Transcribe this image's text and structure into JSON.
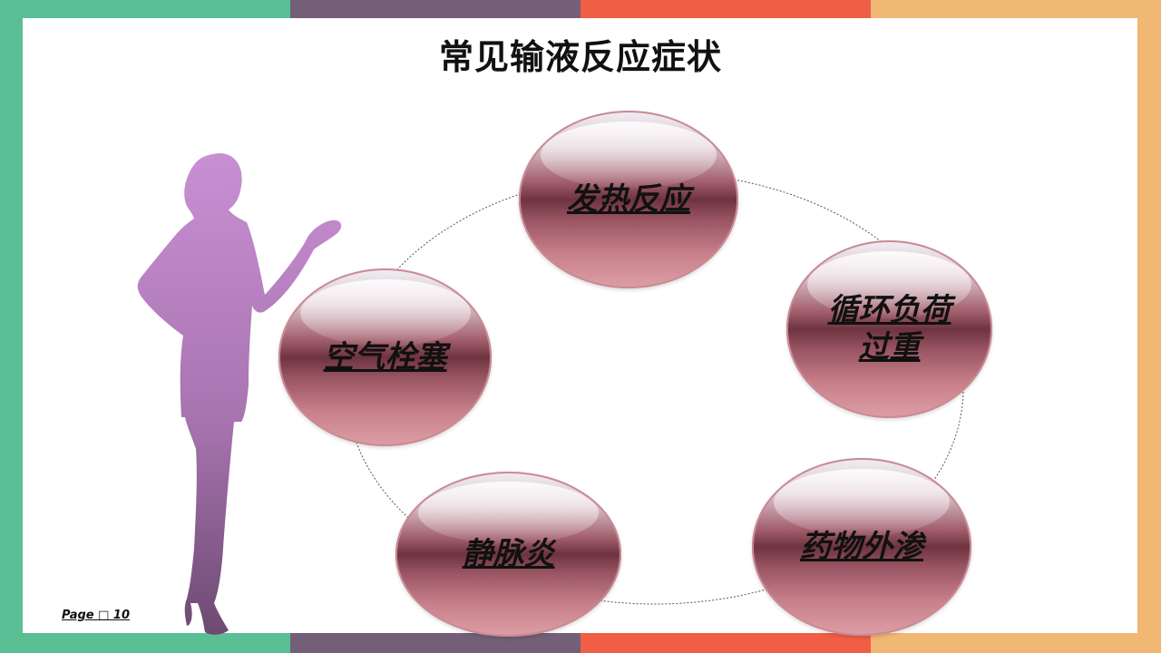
{
  "title": "常见输液反应症状",
  "bubbles": {
    "fever": "发热反应",
    "circulation_line1": "循环负荷",
    "circulation_line2": "过重",
    "air_embolism": "空气栓塞",
    "phlebitis": "静脉炎",
    "extravasation": "药物外渗"
  },
  "footer": {
    "page": "Page □ 10"
  },
  "colors": {
    "green": "#5bbf95",
    "purple": "#735f78",
    "red": "#f15e46",
    "orange": "#f0b873",
    "bubble": "#9b5664",
    "silhouette": "#c48ccf"
  }
}
